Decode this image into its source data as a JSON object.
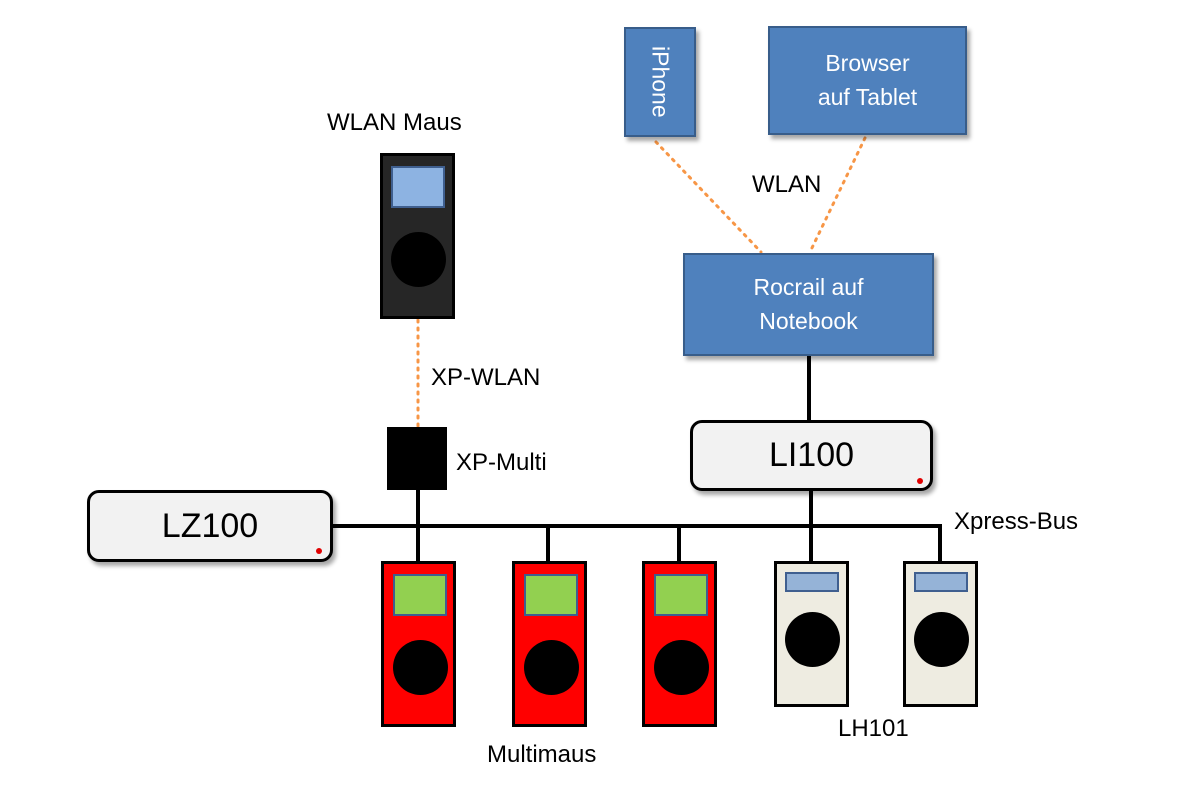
{
  "devices": {
    "iphone": "iPhone",
    "browser": "Browser\nauf Tablet",
    "rocrail": "Rocrail auf\nNotebook",
    "li100": "LI100",
    "lz100": "LZ100"
  },
  "labels": {
    "wlan_maus": "WLAN Maus",
    "wlan": "WLAN",
    "xp_wlan": "XP-WLAN",
    "xp_multi": "XP-Multi",
    "xpress_bus": "Xpress-Bus",
    "multimaus": "Multimaus",
    "lh101": "LH101"
  },
  "colors": {
    "blue_box": "#4f81bd",
    "multimaus_body": "#ff0000",
    "multimaus_screen": "#92d050",
    "lh101_body": "#eeece1",
    "lh101_screen": "#95b3d7",
    "wlan_link": "#f79646",
    "bus": "#000000"
  },
  "links": {
    "wlan_style": "dotted",
    "bus_style": "solid"
  }
}
